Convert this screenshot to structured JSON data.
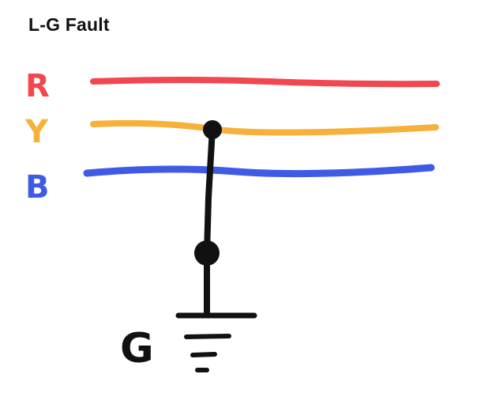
{
  "title": "L-G Fault",
  "phases": [
    {
      "label": "R",
      "color": "#f2474f"
    },
    {
      "label": "Y",
      "color": "#f6b13a"
    },
    {
      "label": "B",
      "color": "#3f5be6"
    }
  ],
  "ground": {
    "label": "G",
    "color": "#111111"
  }
}
